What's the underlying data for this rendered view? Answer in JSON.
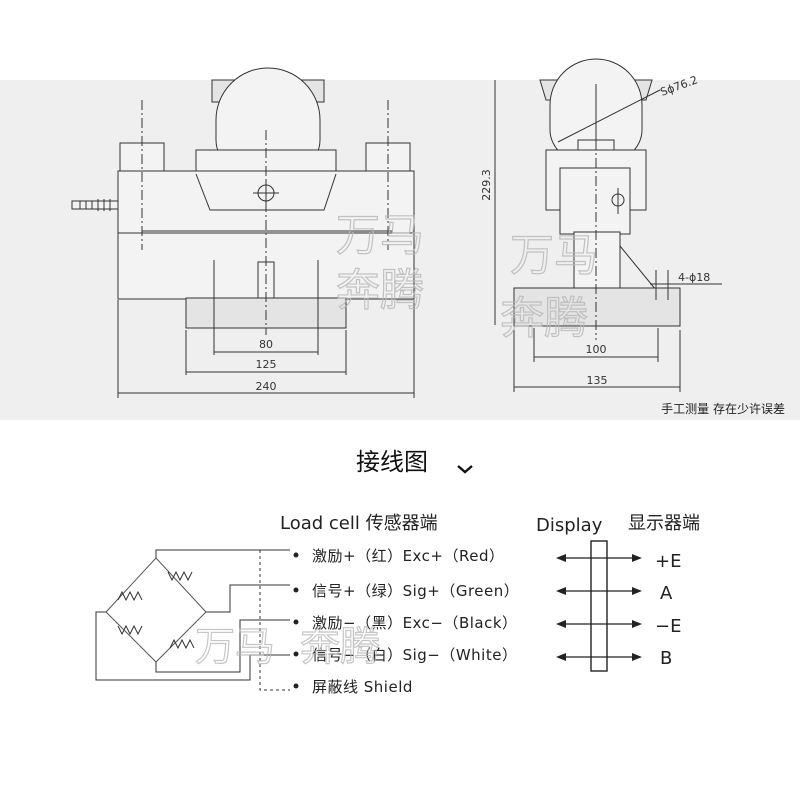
{
  "drawing": {
    "dimensions": {
      "d80": "80",
      "d125": "125",
      "d240": "240",
      "d229": "229.3",
      "d100": "100",
      "d135": "135",
      "holes": "4-ϕ18",
      "sphere": "Sϕ76.2"
    },
    "note": "手工测量  存在少许误差"
  },
  "wiring": {
    "title": "接线图",
    "loadcell_header": "Load cell 传感器端",
    "display_header": "Display",
    "display_header_cn": "显示器端",
    "rows": [
      {
        "label": "激励+（红）Exc+（Red）",
        "terminal": "+E"
      },
      {
        "label": "信号+（绿）Sig+（Green）",
        "terminal": "A"
      },
      {
        "label": "激励−（黑）Exc−（Black）",
        "terminal": "−E"
      },
      {
        "label": "信号−（白）Sig−（White）",
        "terminal": "B"
      }
    ],
    "shield": "屏蔽线 Shield"
  },
  "watermark": {
    "line1": "万马",
    "line2": "奔腾"
  },
  "colors": {
    "panel_bg": "#efefef",
    "line": "#333333"
  }
}
